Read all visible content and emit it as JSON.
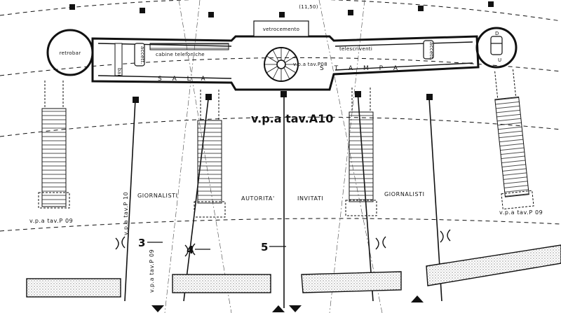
{
  "title": "v.p.a tav.A10",
  "labels": {
    "elevation": "(11,50)",
    "vetrocemento": "vetrocemento",
    "retrobar": "retrobar",
    "bar": "bar",
    "accett_left": "accett.",
    "cabine": "cabine telefoniche",
    "telescriventi": "telescriventi",
    "accett_right": "accett.",
    "sala": "S A L A",
    "stampa": "S T A M P A",
    "vpa_p08": "v.p.a tav.P08",
    "giornalisti_left": "GIORNALISTI",
    "autorita": "AUTORITA'",
    "invitati": "INVITATI",
    "giornalisti_right": "GIORNALISTI",
    "vpa_p09_bottom": "v.p.a tav.P 09",
    "vpa_p09_right": "v.p.a tav.P 09",
    "vpa_p10_vertical": "v.p.a tav.P 10",
    "vpa_p09_vertical": "v.p.a tav.P 09",
    "num3": "3",
    "num4": "4",
    "num5": "5",
    "tower_d": "D",
    "tower_u": "U"
  },
  "colors": {
    "ink": "#111111",
    "hatch": "#9a9a9a",
    "paper": "#ffffff"
  }
}
